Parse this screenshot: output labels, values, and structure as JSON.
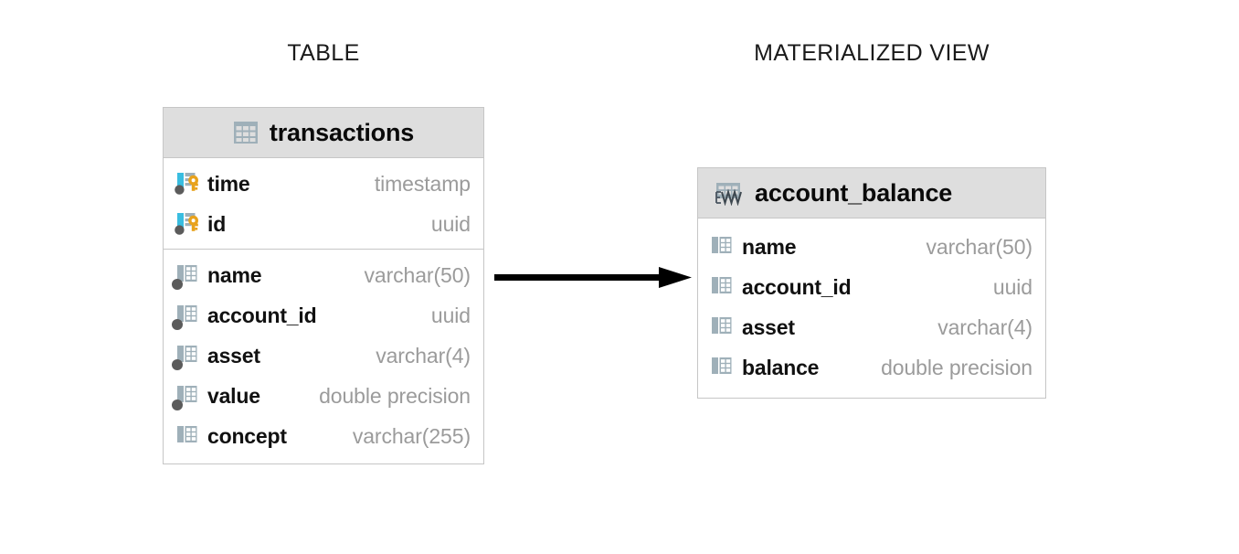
{
  "diagram": {
    "type": "database-schema",
    "background": "#ffffff",
    "captions": {
      "left": "TABLE",
      "right": "MATERIALIZED VIEW"
    },
    "colors": {
      "header_fill": "#dedede",
      "border": "#c6c6c6",
      "name_text": "#111111",
      "type_text": "#9b9b9b",
      "icon_bluegray": "#9fb0b9",
      "icon_cyan": "#39bde0",
      "key_orange": "#e8a21c",
      "null_dot": "#5b5b5b",
      "arrow": "#000000"
    },
    "entities": [
      {
        "id": "transactions",
        "kind": "table",
        "icon": "table-grid-icon",
        "title": "transactions",
        "groups": [
          {
            "kind": "primary-key",
            "rows": [
              {
                "name": "time",
                "type": "timestamp",
                "icon": "primary-key-icon",
                "nullable": true
              },
              {
                "name": "id",
                "type": "uuid",
                "icon": "primary-key-icon",
                "nullable": true
              }
            ]
          },
          {
            "kind": "columns",
            "rows": [
              {
                "name": "name",
                "type": "varchar(50)",
                "icon": "column-icon",
                "nullable": true
              },
              {
                "name": "account_id",
                "type": "uuid",
                "icon": "column-icon",
                "nullable": true
              },
              {
                "name": "asset",
                "type": "varchar(4)",
                "icon": "column-icon",
                "nullable": true
              },
              {
                "name": "value",
                "type": "double precision",
                "icon": "column-icon",
                "nullable": true
              },
              {
                "name": "concept",
                "type": "varchar(255)",
                "icon": "column-icon",
                "nullable": false
              }
            ]
          }
        ]
      },
      {
        "id": "account_balance",
        "kind": "materialized-view",
        "icon": "materialized-view-icon",
        "title": "account_balance",
        "groups": [
          {
            "kind": "columns",
            "rows": [
              {
                "name": "name",
                "type": "varchar(50)",
                "icon": "column-icon",
                "nullable": false
              },
              {
                "name": "account_id",
                "type": "uuid",
                "icon": "column-icon",
                "nullable": false
              },
              {
                "name": "asset",
                "type": "varchar(4)",
                "icon": "column-icon",
                "nullable": false
              },
              {
                "name": "balance",
                "type": "double precision",
                "icon": "column-icon",
                "nullable": false
              }
            ]
          }
        ]
      }
    ],
    "relationship": {
      "icon": "arrow-right-icon",
      "from": "transactions",
      "to": "account_balance",
      "label": ""
    }
  }
}
